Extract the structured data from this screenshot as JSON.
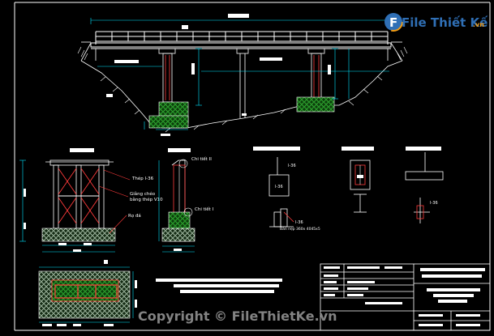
{
  "watermark": {
    "logo_text": "File Thiết Kế",
    "logo_suffix": ".vn",
    "copyright": "Copyright © FileThietKe.vn"
  },
  "annotations": {
    "thep_i36": "Thép I-36",
    "giang_cheo": "Giằng chéo",
    "bang_thep_v10": "bằng thép V10",
    "ro_da": "Rọ đá",
    "chi_tiet_ii": "Chi tiết II",
    "chi_tiet_i": "Chi tiết I",
    "i36_a": "I-36",
    "i36_b": "I-36",
    "i36_c": "I-36",
    "i36_d": "I-36",
    "ban_nep": "Bản nẹp 360x 4045x5"
  },
  "colors": {
    "background": "#000000",
    "drawing_white": "#ffffff",
    "dimension_cyan": "#00e5ff",
    "member_red": "#ff3b3b",
    "gabion_green": "#39c23a",
    "label_yellow": "#e8e84a",
    "watermark_blue": "#2f6fb5",
    "watermark_orange": "#f39c12"
  }
}
